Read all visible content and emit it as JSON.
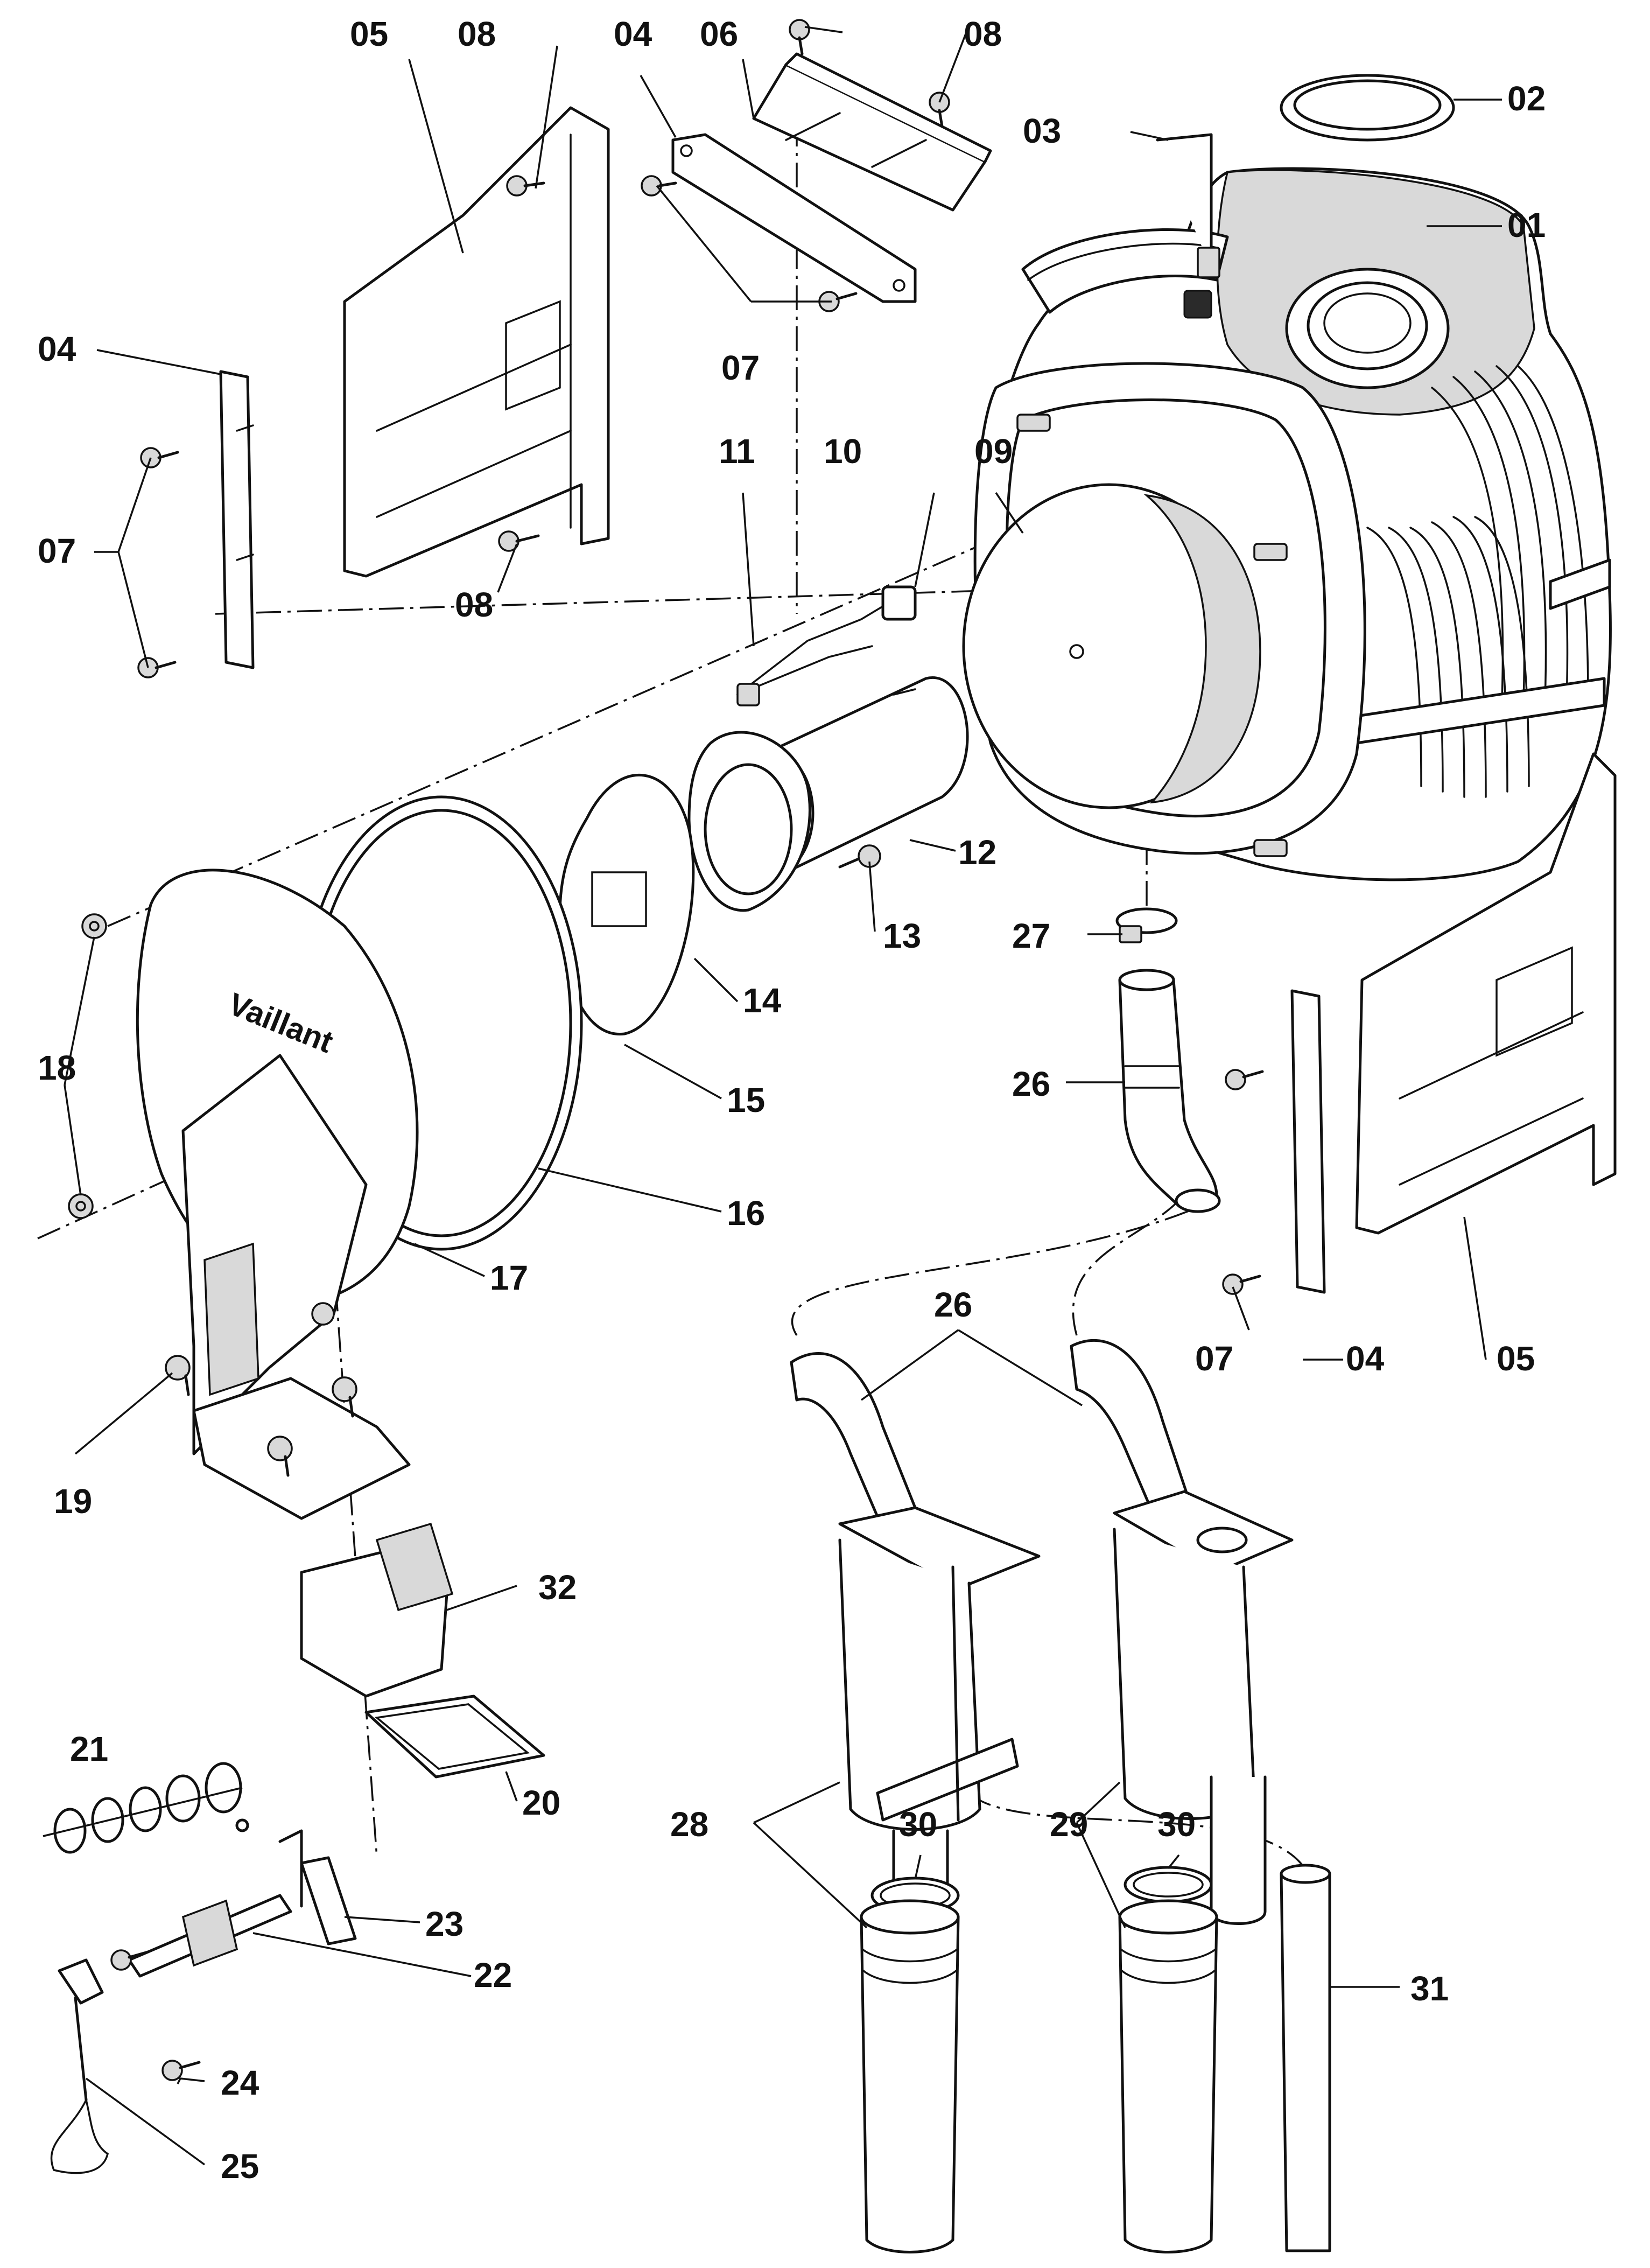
{
  "brand": "Vaillant",
  "callouts": {
    "c01": "01",
    "c02": "02",
    "c03": "03",
    "c04": "04",
    "c05": "05",
    "c06": "06",
    "c07": "07",
    "c08": "08",
    "c09": "09",
    "c10": "10",
    "c11": "11",
    "c12": "12",
    "c13": "13",
    "c14": "14",
    "c15": "15",
    "c16": "16",
    "c17": "17",
    "c18": "18",
    "c19": "19",
    "c20": "20",
    "c21": "21",
    "c22": "22",
    "c23": "23",
    "c24": "24",
    "c25": "25",
    "c26": "26",
    "c27": "27",
    "c28": "28",
    "c29": "29",
    "c30": "30",
    "c31": "31",
    "c32": "32"
  }
}
